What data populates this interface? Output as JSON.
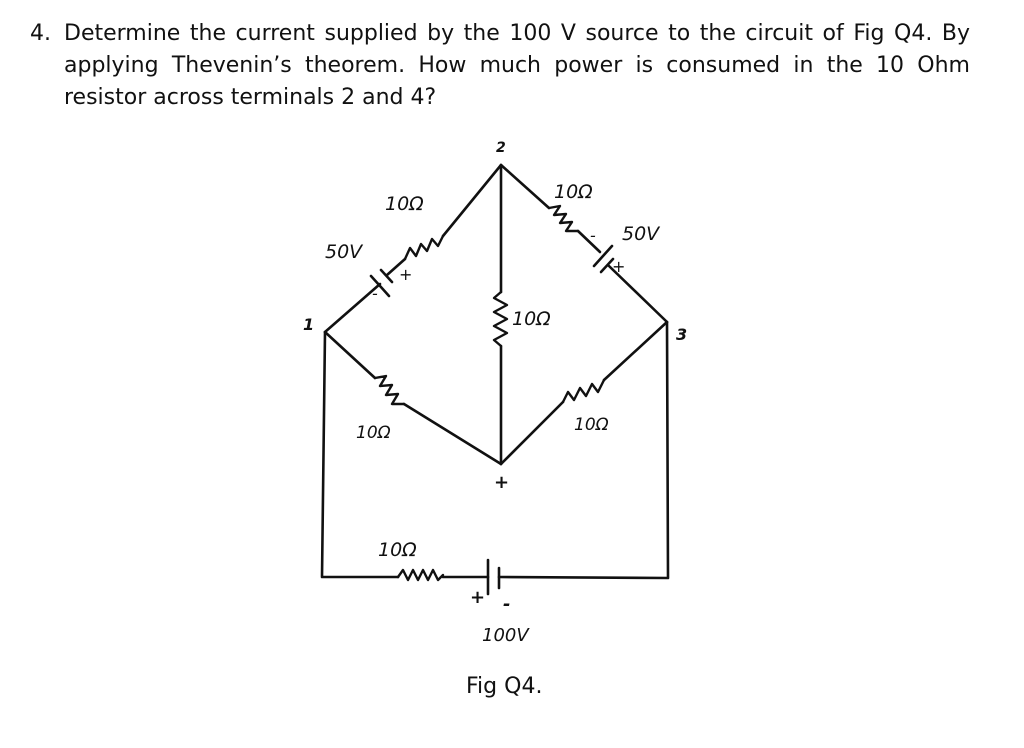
{
  "question": {
    "number": "4.",
    "text": "Determine the current supplied by the 100 V source to the circuit of Fig Q4. By applying Thevenin’s theorem. How much power is consumed in the 10 Ohm resistor across terminals 2 and 4?"
  },
  "figure": {
    "caption": "Fig Q4.",
    "nodes": {
      "n1": "1",
      "n2": "2",
      "n3": "3",
      "n4": "+"
    },
    "labels": {
      "r12": "10Ω",
      "r23": "10Ω",
      "r24": "10Ω",
      "r14": "10Ω",
      "r34": "10Ω",
      "r_bottom": "10Ω",
      "v_left": "50V",
      "v_right": "50V",
      "v_bottom": "100V"
    },
    "polarity": {
      "left_plus": "+",
      "left_minus": "-",
      "right_plus": "+",
      "right_minus": "-",
      "bottom_plus": "+",
      "bottom_minus": "-"
    }
  }
}
